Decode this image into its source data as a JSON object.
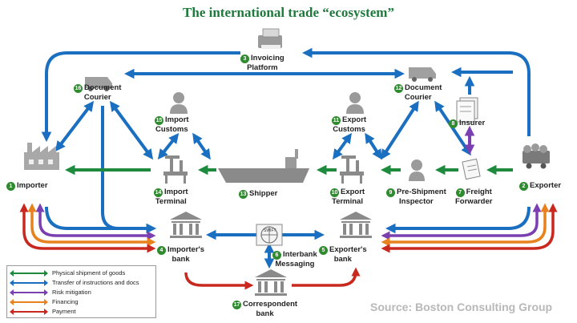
{
  "title": "The international trade “ecosystem”",
  "source": "Source: Boston Consulting Group",
  "colors": {
    "physical": "#1e8a3e",
    "instructions": "#1a6fc0",
    "risk": "#7a3fb0",
    "financing": "#e8821e",
    "payment": "#c8281e",
    "number_badge": "#2e8b2e"
  },
  "nodes": {
    "importer": {
      "num": "1",
      "label": "Importer",
      "icon": "factory-icon"
    },
    "exporter": {
      "num": "2",
      "label": "Exporter",
      "icon": "goods-cart-icon"
    },
    "invoicing": {
      "num": "3",
      "label1": "Invoicing",
      "label2": "Platform",
      "icon": "printer-icon"
    },
    "importers_bank": {
      "num": "4",
      "label1": "Importer's",
      "label2": "bank",
      "icon": "bank-icon"
    },
    "exporters_bank": {
      "num": "5",
      "label1": "Exporter's",
      "label2": "bank",
      "icon": "bank-icon"
    },
    "interbank": {
      "num": "6",
      "label1": "Interbank",
      "label2": "Messaging",
      "icon": "swift-icon"
    },
    "freight": {
      "num": "7",
      "label1": "Freight",
      "label2": "Forwarder",
      "icon": "document-icon"
    },
    "insurer": {
      "num": "8",
      "label": "Insurer",
      "icon": "papers-icon"
    },
    "inspector": {
      "num": "9",
      "label1": "Pre-Shipment",
      "label2": "Inspector",
      "icon": "inspector-icon"
    },
    "export_terminal": {
      "num": "10",
      "label1": "Export",
      "label2": "Terminal",
      "icon": "terminal-icon"
    },
    "export_customs": {
      "num": "11",
      "label1": "Export",
      "label2": "Customs",
      "icon": "person-icon"
    },
    "doc_courier_right": {
      "num": "12",
      "label1": "Document",
      "label2": "Courier",
      "icon": "van-icon"
    },
    "shipper": {
      "num": "13",
      "label": "Shipper",
      "icon": "ship-icon"
    },
    "import_terminal": {
      "num": "14",
      "label1": "Import",
      "label2": "Terminal",
      "icon": "terminal-icon"
    },
    "import_customs": {
      "num": "15",
      "label1": "Import",
      "label2": "Customs",
      "icon": "person-icon"
    },
    "doc_courier_left": {
      "num": "16",
      "label1": "Document",
      "label2": "Courier",
      "icon": "van-icon"
    },
    "correspondent": {
      "num": "17",
      "label1": "Correspondent",
      "label2": "bank",
      "icon": "bank-icon"
    }
  },
  "legend": [
    {
      "label": "Physical shipment of goods",
      "color": "#1e8a3e"
    },
    {
      "label": "Transfer of instructions and docs",
      "color": "#1a6fc0"
    },
    {
      "label": "Risk mitigation",
      "color": "#7a3fb0"
    },
    {
      "label": "Financing",
      "color": "#e8821e"
    },
    {
      "label": "Payment",
      "color": "#c8281e"
    }
  ]
}
